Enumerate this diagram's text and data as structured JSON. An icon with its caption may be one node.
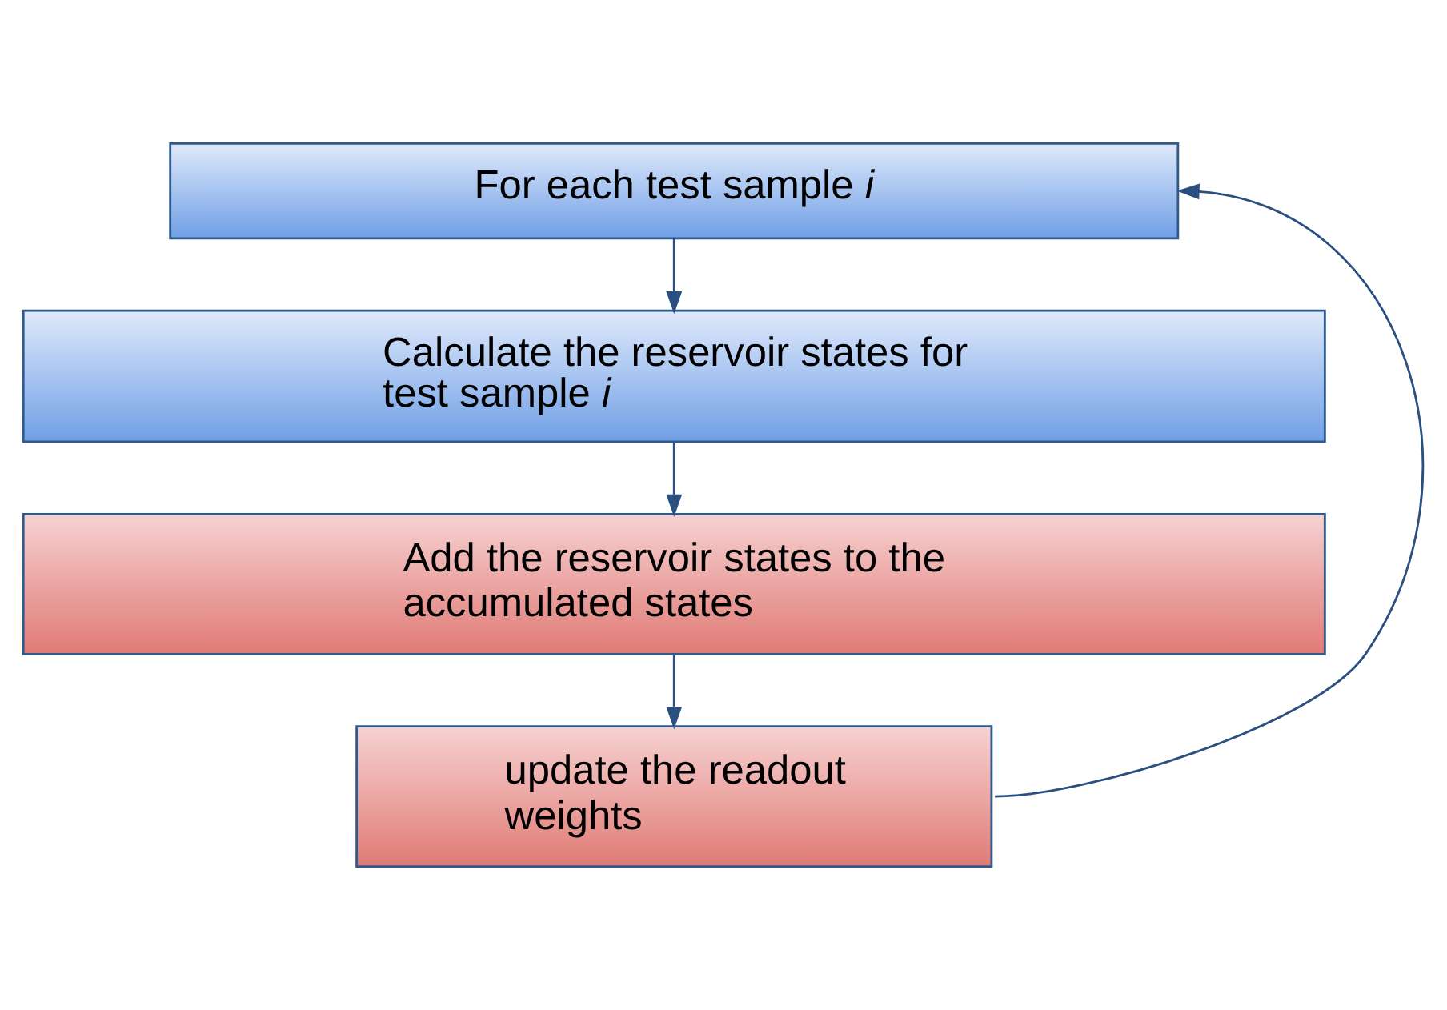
{
  "diagram": {
    "nodes": [
      {
        "text": [
          "For each test sample *i*"
        ]
      },
      {
        "text": [
          "Calculate the reservoir states for test sample *i*"
        ]
      },
      {
        "text": [
          "Add the reservoir states to the accumulated states"
        ]
      },
      {
        "text": [
          "update the readout weights"
        ]
      }
    ],
    "edges": [
      {
        "from": 0,
        "to": 1,
        "arrow": "to"
      },
      {
        "from": 1,
        "to": 2,
        "arrow": "to"
      },
      {
        "from": 2,
        "to": 3,
        "arrow": "to"
      },
      {
        "from": 3,
        "to": 0,
        "arrow": "to"
      }
    ]
  }
}
